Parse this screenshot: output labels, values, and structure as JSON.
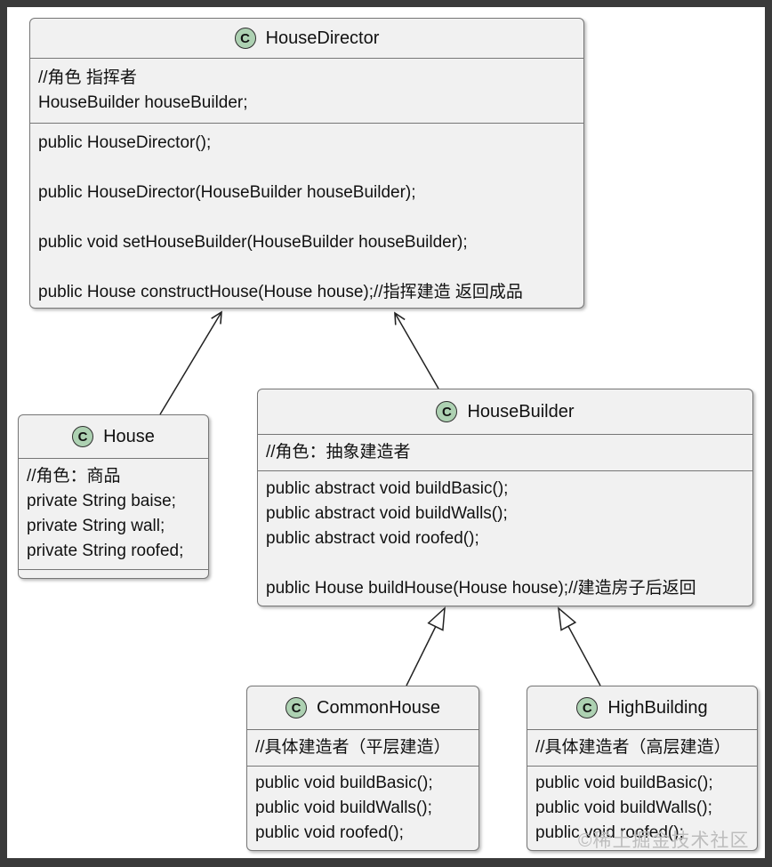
{
  "classes": {
    "houseDirector": {
      "stereotype": "C",
      "name": "HouseDirector",
      "fields": [
        "//角色 指挥者",
        "HouseBuilder houseBuilder;"
      ],
      "methods": [
        "public HouseDirector();",
        "",
        "public HouseDirector(HouseBuilder houseBuilder);",
        "",
        "public void setHouseBuilder(HouseBuilder houseBuilder);",
        "",
        "public House constructHouse(House house);//指挥建造 返回成品"
      ]
    },
    "house": {
      "stereotype": "C",
      "name": "House",
      "fields": [
        "//角色：商品",
        "private String baise;",
        "private String wall;",
        "private String roofed;"
      ],
      "methods": []
    },
    "houseBuilder": {
      "stereotype": "C",
      "name": "HouseBuilder",
      "fields": [
        "//角色：抽象建造者"
      ],
      "methods": [
        "public abstract void buildBasic();",
        "public abstract void buildWalls();",
        "public abstract void roofed();",
        "",
        "public House buildHouse(House house);//建造房子后返回"
      ]
    },
    "commonHouse": {
      "stereotype": "C",
      "name": "CommonHouse",
      "fields": [
        "//具体建造者（平层建造）"
      ],
      "methods": [
        "public void buildBasic();",
        "public void buildWalls();",
        "public void roofed();"
      ]
    },
    "highBuilding": {
      "stereotype": "C",
      "name": "HighBuilding",
      "fields": [
        "//具体建造者（高层建造）"
      ],
      "methods": [
        "public void buildBasic();",
        "public void buildWalls();",
        "public void roofed();"
      ]
    }
  },
  "relations": [
    {
      "from": "House",
      "to": "HouseDirector",
      "type": "association-arrow"
    },
    {
      "from": "HouseBuilder",
      "to": "HouseDirector",
      "type": "association-arrow"
    },
    {
      "from": "CommonHouse",
      "to": "HouseBuilder",
      "type": "generalization"
    },
    {
      "from": "HighBuilding",
      "to": "HouseBuilder",
      "type": "generalization"
    }
  ],
  "watermark": "©稀土掘金技术社区",
  "colors": {
    "frame": "#3a3a3a",
    "class_fill": "#f1f1f1",
    "class_border": "#767676",
    "circle_fill": "#ADD1B2",
    "arrow": "#222222",
    "watermark": "#bdbdbd"
  }
}
